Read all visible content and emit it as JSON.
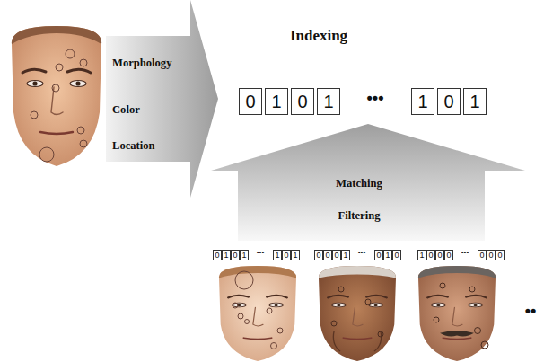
{
  "diagram": {
    "nodes": [
      {
        "text": [
          "Morphology",
          "Color",
          "Location"
        ]
      },
      {
        "text": [
          "0"
        ]
      },
      {
        "text": [
          "1"
        ]
      },
      {
        "text": [
          "0"
        ]
      },
      {
        "text": [
          "1"
        ]
      },
      {
        "text": [
          "1"
        ]
      },
      {
        "text": [
          "0"
        ]
      },
      {
        "text": [
          "1"
        ]
      },
      {
        "text": [
          "Matching",
          "Filtering"
        ]
      },
      {
        "text": [
          "0"
        ]
      },
      {
        "text": [
          "1"
        ]
      },
      {
        "text": [
          "0"
        ]
      },
      {
        "text": [
          "1"
        ]
      },
      {
        "text": [
          "1"
        ]
      },
      {
        "text": [
          "0"
        ]
      },
      {
        "text": [
          "1"
        ]
      },
      {
        "text": [
          "0"
        ]
      },
      {
        "text": [
          "0"
        ]
      },
      {
        "text": [
          "0"
        ]
      },
      {
        "text": [
          "1"
        ]
      },
      {
        "text": [
          "0"
        ]
      },
      {
        "text": [
          "1"
        ]
      },
      {
        "text": [
          "0"
        ]
      },
      {
        "text": [
          "1"
        ]
      },
      {
        "text": [
          "0"
        ]
      },
      {
        "text": [
          "0"
        ]
      },
      {
        "text": [
          "0"
        ]
      },
      {
        "text": [
          "0"
        ]
      },
      {
        "text": [
          "0"
        ]
      },
      {
        "text": [
          "0"
        ]
      }
    ],
    "labels": [
      "Indexing",
      "•••",
      "•••",
      "•••",
      "•••",
      "••"
    ]
  }
}
